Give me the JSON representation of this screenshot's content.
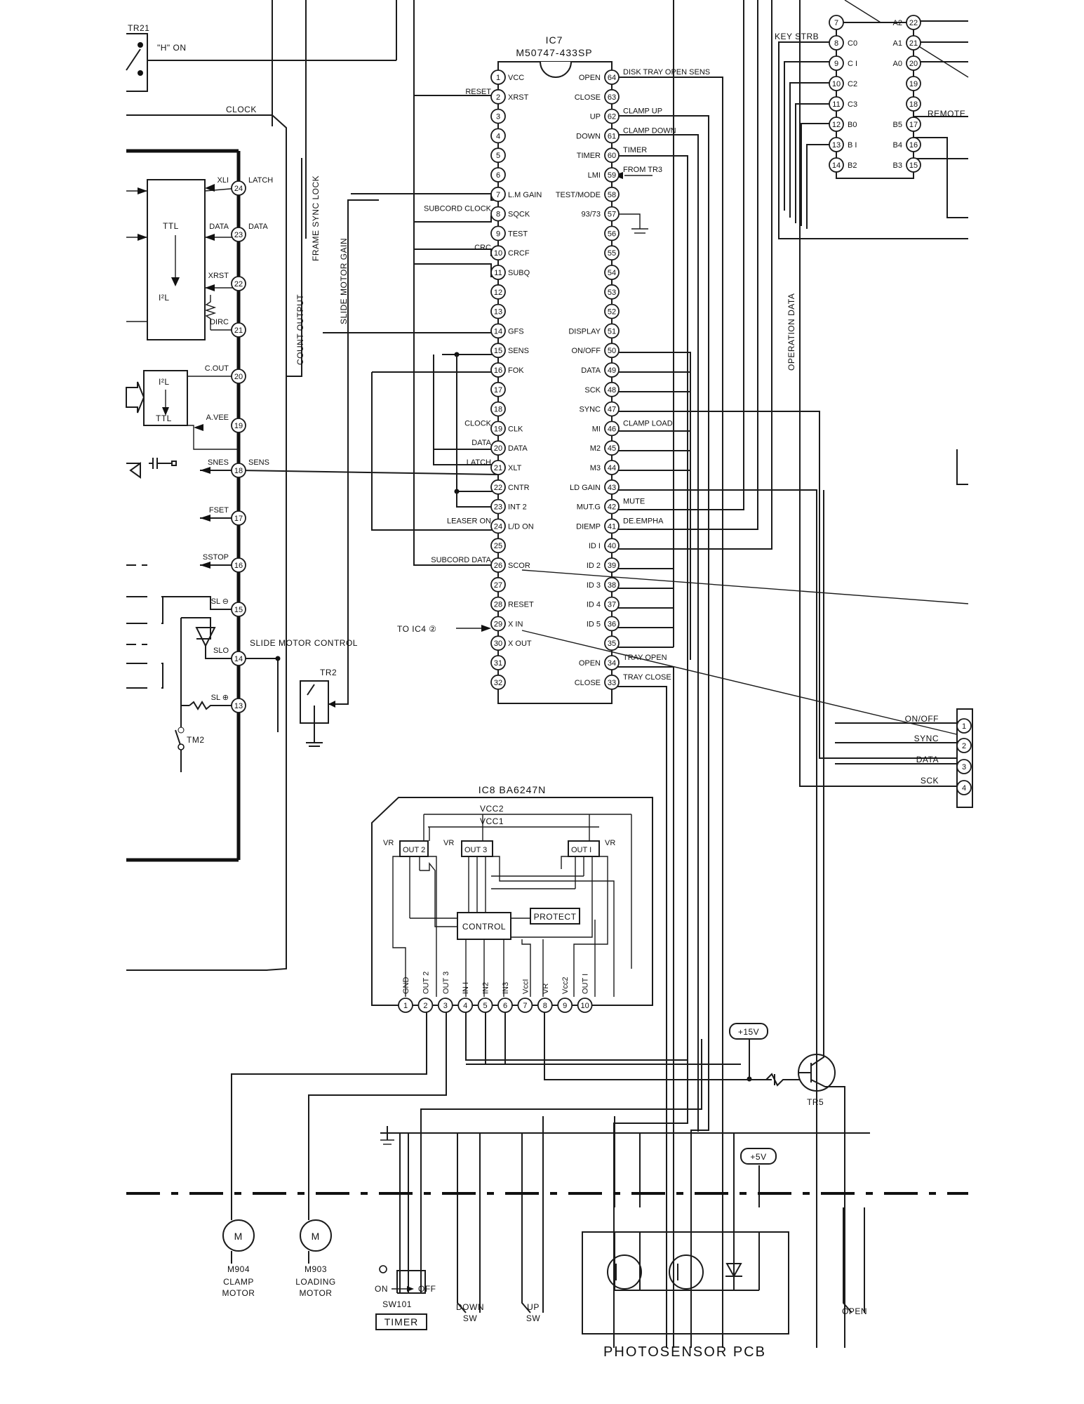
{
  "ic7": {
    "ref": "IC7",
    "part": "M50747-433SP",
    "left_pins": [
      {
        "n": "1",
        "name": "VCC",
        "net": ""
      },
      {
        "n": "2",
        "name": "XRST",
        "net": "RESET"
      },
      {
        "n": "3",
        "name": "",
        "net": ""
      },
      {
        "n": "4",
        "name": "",
        "net": ""
      },
      {
        "n": "5",
        "name": "",
        "net": ""
      },
      {
        "n": "6",
        "name": "",
        "net": ""
      },
      {
        "n": "7",
        "name": "L.M GAIN",
        "net": ""
      },
      {
        "n": "8",
        "name": "SQCK",
        "net": "SUBCORD CLOCK"
      },
      {
        "n": "9",
        "name": "TEST",
        "net": ""
      },
      {
        "n": "10",
        "name": "CRCF",
        "net": "CRC"
      },
      {
        "n": "11",
        "name": "SUBQ",
        "net": ""
      },
      {
        "n": "12",
        "name": "",
        "net": ""
      },
      {
        "n": "13",
        "name": "",
        "net": ""
      },
      {
        "n": "14",
        "name": "GFS",
        "net": ""
      },
      {
        "n": "15",
        "name": "SENS",
        "net": ""
      },
      {
        "n": "16",
        "name": "FOK",
        "net": ""
      },
      {
        "n": "17",
        "name": "",
        "net": ""
      },
      {
        "n": "18",
        "name": "",
        "net": ""
      },
      {
        "n": "19",
        "name": "CLK",
        "net": "CLOCK"
      },
      {
        "n": "20",
        "name": "DATA",
        "net": "DATA"
      },
      {
        "n": "21",
        "name": "XLT",
        "net": "LATCH"
      },
      {
        "n": "22",
        "name": "CNTR",
        "net": ""
      },
      {
        "n": "23",
        "name": "INT 2",
        "net": ""
      },
      {
        "n": "24",
        "name": "L/D ON",
        "net": "LEASER ON"
      },
      {
        "n": "25",
        "name": "",
        "net": ""
      },
      {
        "n": "26",
        "name": "SCOR",
        "net": "SUBCORD DATA"
      },
      {
        "n": "27",
        "name": "",
        "net": ""
      },
      {
        "n": "28",
        "name": "RESET",
        "net": ""
      },
      {
        "n": "29",
        "name": "X IN",
        "net": ""
      },
      {
        "n": "30",
        "name": "X OUT",
        "net": ""
      },
      {
        "n": "31",
        "name": "",
        "net": ""
      },
      {
        "n": "32",
        "name": "",
        "net": ""
      }
    ],
    "right_pins": [
      {
        "n": "64",
        "name": "OPEN",
        "net": "DISK TRAY OPEN SENS"
      },
      {
        "n": "63",
        "name": "CLOSE",
        "net": ""
      },
      {
        "n": "62",
        "name": "UP",
        "net": "CLAMP UP"
      },
      {
        "n": "61",
        "name": "DOWN",
        "net": "CLAMP DOWN"
      },
      {
        "n": "60",
        "name": "TIMER",
        "net": "TIMER"
      },
      {
        "n": "59",
        "name": "LMI",
        "net": "FROM TR3"
      },
      {
        "n": "58",
        "name": "TEST/MODE",
        "net": ""
      },
      {
        "n": "57",
        "name": "93/73",
        "net": ""
      },
      {
        "n": "56",
        "name": "",
        "net": ""
      },
      {
        "n": "55",
        "name": "",
        "net": ""
      },
      {
        "n": "54",
        "name": "",
        "net": ""
      },
      {
        "n": "53",
        "name": "",
        "net": ""
      },
      {
        "n": "52",
        "name": "",
        "net": ""
      },
      {
        "n": "51",
        "name": "DISPLAY",
        "net": ""
      },
      {
        "n": "50",
        "name": "ON/OFF",
        "net": ""
      },
      {
        "n": "49",
        "name": "DATA",
        "net": ""
      },
      {
        "n": "48",
        "name": "SCK",
        "net": ""
      },
      {
        "n": "47",
        "name": "SYNC",
        "net": ""
      },
      {
        "n": "46",
        "name": "MI",
        "net": "CLAMP LOAD"
      },
      {
        "n": "45",
        "name": "M2",
        "net": ""
      },
      {
        "n": "44",
        "name": "M3",
        "net": ""
      },
      {
        "n": "43",
        "name": "LD GAIN",
        "net": ""
      },
      {
        "n": "42",
        "name": "MUT.G",
        "net": "MUTE"
      },
      {
        "n": "41",
        "name": "DIEMP",
        "net": "DE.EMPHA"
      },
      {
        "n": "40",
        "name": "ID I",
        "net": ""
      },
      {
        "n": "39",
        "name": "ID 2",
        "net": ""
      },
      {
        "n": "38",
        "name": "ID 3",
        "net": ""
      },
      {
        "n": "37",
        "name": "ID 4",
        "net": ""
      },
      {
        "n": "36",
        "name": "ID 5",
        "net": ""
      },
      {
        "n": "35",
        "name": "",
        "net": ""
      },
      {
        "n": "34",
        "name": "OPEN",
        "net": "TRAY OPEN"
      },
      {
        "n": "33",
        "name": "CLOSE",
        "net": "TRAY CLOSE"
      }
    ],
    "to_ic4": "TO IC4 ②"
  },
  "left_chip": {
    "pins": [
      {
        "n": "24",
        "inner": "LATCH",
        "outer": "XLI"
      },
      {
        "n": "23",
        "inner": "DATA",
        "outer": "DATA"
      },
      {
        "n": "22",
        "inner": "",
        "outer": "XRST"
      },
      {
        "n": "21",
        "inner": "",
        "outer": "DIRC"
      },
      {
        "n": "20",
        "inner": "",
        "outer": "C.OUT"
      },
      {
        "n": "19",
        "inner": "",
        "outer": "A.VEE"
      },
      {
        "n": "18",
        "inner": "SENS",
        "outer": "SNES"
      },
      {
        "n": "17",
        "inner": "",
        "outer": "FSET"
      },
      {
        "n": "16",
        "inner": "",
        "outer": "SSTOP"
      },
      {
        "n": "15",
        "inner": "",
        "outer": "SL ⊖"
      },
      {
        "n": "14",
        "inner": "",
        "outer": "SLO"
      },
      {
        "n": "13",
        "inner": "",
        "outer": "SL ⊕"
      }
    ],
    "ttl_block": {
      "top": "TTL",
      "bottom": "I²L"
    },
    "i2l_block": {
      "top": "I²L",
      "bottom": "TTL"
    },
    "slide_motor_control": "SLIDE MOTOR CONTROL",
    "clock": "CLOCK",
    "tr21": "TR21",
    "h_on": "\"H\" ON",
    "tr2": "TR2",
    "tm2": "TM2"
  },
  "vertical_labels": {
    "frame_sync_lock": "FRAME SYNC LOCK",
    "count_output": "COUNT OUTPUT",
    "slide_motor_gain": "SLIDE MOTOR GAIN",
    "operation_data": "OPERATION DATA"
  },
  "key_chip": {
    "key_strb": "KEY STRB",
    "left_pins": [
      {
        "n": "7",
        "name": ""
      },
      {
        "n": "8",
        "name": "C0"
      },
      {
        "n": "9",
        "name": "C I"
      },
      {
        "n": "10",
        "name": "C2"
      },
      {
        "n": "11",
        "name": "C3"
      },
      {
        "n": "12",
        "name": "B0"
      },
      {
        "n": "13",
        "name": "B I"
      },
      {
        "n": "14",
        "name": "B2"
      }
    ],
    "right_pins": [
      {
        "n": "22",
        "name": "A2"
      },
      {
        "n": "21",
        "name": "A1"
      },
      {
        "n": "20",
        "name": "A0"
      },
      {
        "n": "19",
        "name": ""
      },
      {
        "n": "18",
        "name": ""
      },
      {
        "n": "17",
        "name": "B5"
      },
      {
        "n": "16",
        "name": "B4"
      },
      {
        "n": "15",
        "name": "B3"
      }
    ],
    "remote": "REMOTE"
  },
  "display_conn": {
    "labels": [
      "ON/OFF",
      "SYNC",
      "DATA",
      "SCK"
    ],
    "pins": [
      "1",
      "2",
      "3",
      "4"
    ]
  },
  "ic8": {
    "title": "IC8 BA6247N",
    "vcc2": "VCC2",
    "vcc1": "VCC1",
    "out2": "OUT 2",
    "out3": "OUT 3",
    "out1": "OUT I",
    "vr": "VR",
    "control": "CONTROL",
    "protect": "PROTECT",
    "pins": [
      {
        "n": "1",
        "name": "GND"
      },
      {
        "n": "2",
        "name": "OUT 2"
      },
      {
        "n": "3",
        "name": "OUT 3"
      },
      {
        "n": "4",
        "name": "IN I"
      },
      {
        "n": "5",
        "name": "IN2"
      },
      {
        "n": "6",
        "name": "IN3"
      },
      {
        "n": "7",
        "name": "VccI"
      },
      {
        "n": "8",
        "name": "VR"
      },
      {
        "n": "9",
        "name": "Vcc2"
      },
      {
        "n": "10",
        "name": "OUT I"
      }
    ]
  },
  "bottom": {
    "plus15": "+15V",
    "plus5": "+5V",
    "tr5": "TR5",
    "m904": {
      "ref": "M904",
      "desc1": "CLAMP",
      "desc2": "MOTOR",
      "glyph": "M"
    },
    "m903": {
      "ref": "M903",
      "desc1": "LOADING",
      "desc2": "MOTOR",
      "glyph": "M"
    },
    "sw101": "SW101",
    "on": "ON",
    "off": "OFF",
    "timer": "TIMER",
    "down_sw": {
      "l1": "DOWN",
      "l2": "SW"
    },
    "up_sw": {
      "l1": "UP",
      "l2": "SW"
    },
    "open": "OPEN",
    "photosensor": "PHOTOSENSOR PCB"
  }
}
